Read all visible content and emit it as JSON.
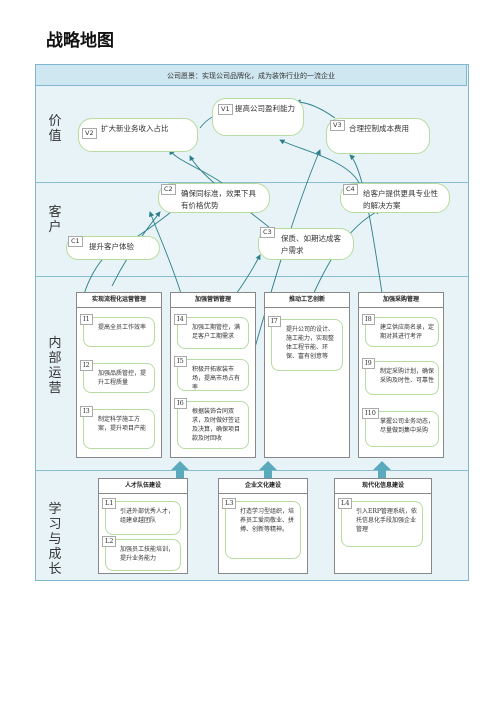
{
  "title": "战略地图",
  "vision": "公司愿景：实现公司品牌化，成为装饰行业的一流企业",
  "rows": {
    "value": "价值",
    "customer": "客户",
    "internal": "内部运营",
    "learning": "学习与成长"
  },
  "value": [
    {
      "id": "V1",
      "text": "提高公司盈利能力"
    },
    {
      "id": "V2",
      "text": "扩大新业务收入占比"
    },
    {
      "id": "V3",
      "text": "合理控制成本费用"
    }
  ],
  "customer": [
    {
      "id": "C2",
      "text": "确保同标准，效果下具有价格优势"
    },
    {
      "id": "C4",
      "text": "给客户提供更具专业性的解决方案"
    },
    {
      "id": "C1",
      "text": "提升客户体验"
    },
    {
      "id": "C3",
      "text": "保质、如期达成客户需求"
    }
  ],
  "internal": {
    "columns": [
      {
        "header": "实现流程化运营管理",
        "items": [
          {
            "id": "I1",
            "text": "提高全员工作效率"
          },
          {
            "id": "I2",
            "text": "加强品质管控，提升工程质量"
          },
          {
            "id": "I3",
            "text": "制定科学施工方案，提升项目产能"
          }
        ]
      },
      {
        "header": "加强营销管理",
        "items": [
          {
            "id": "I4",
            "text": "加强工期管控，满足客户工期需求"
          },
          {
            "id": "I5",
            "text": "积极开拓家装市场，提高市场占有率"
          },
          {
            "id": "I6",
            "text": "根据装饰合同双求，及时做好签证及决算，确保项目款及时回收"
          }
        ]
      },
      {
        "header": "推动工艺创新",
        "items": [
          {
            "id": "I7",
            "text": "提升公司的设计、施工能力，实现整体工程节能、环保、富有创意等"
          }
        ]
      },
      {
        "header": "加强采购管理",
        "items": [
          {
            "id": "I8",
            "text": "建立供应商名录，定期对其进行考评"
          },
          {
            "id": "I9",
            "text": "制定采购计划，确保采购及时性、可靠性"
          },
          {
            "id": "I10",
            "text": "掌握公司业务动态，尽量做到集中采购"
          }
        ]
      }
    ]
  },
  "learning": {
    "columns": [
      {
        "header": "人才队伍建设",
        "items": [
          {
            "id": "L1",
            "text": "引进外部优秀人才，组建卓越团队"
          },
          {
            "id": "L2",
            "text": "加强员工技能培训，提升业务能力"
          }
        ]
      },
      {
        "header": "企业文化建设",
        "items": [
          {
            "id": "L3",
            "text": "打造学习型组织，培养员工爱岗敬业、拼搏、创新等精神。"
          }
        ]
      },
      {
        "header": "现代化信息建设",
        "items": [
          {
            "id": "L4",
            "text": "引入ERP管理系统，依托信息化手段加强企业管理"
          }
        ]
      }
    ]
  },
  "colors": {
    "frame": "#e8f3f7",
    "border": "#7fb7cf",
    "bubble_border": "#b7dca0",
    "link": "#2a7f8a",
    "up_arrow": "#5aa9bd"
  }
}
